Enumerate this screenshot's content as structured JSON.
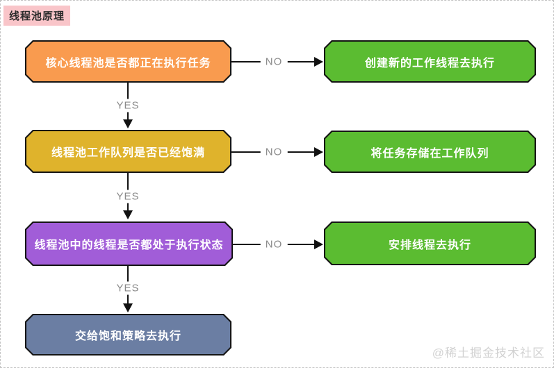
{
  "page": {
    "title": "线程池原理",
    "watermark": "@稀土掘金技术社区"
  },
  "colors": {
    "title_bg": "#f9c5c9",
    "node_border": "#141414",
    "edge_line": "#111111",
    "edge_label_gray": "#8a8a8a",
    "canvas_border": "#c3c3c3"
  },
  "nodes": [
    {
      "id": "q1",
      "text": "核心线程池是否都正在执行任务",
      "color": "#f99b4f",
      "role": "decision"
    },
    {
      "id": "a1",
      "text": "创建新的工作线程去执行",
      "color": "#5bbc31",
      "role": "action"
    },
    {
      "id": "q2",
      "text": "线程池工作队列是否已经饱满",
      "color": "#dfb32c",
      "role": "decision"
    },
    {
      "id": "a2",
      "text": "将任务存储在工作队列",
      "color": "#5bbc31",
      "role": "action"
    },
    {
      "id": "q3",
      "text": "线程池中的线程是否都处于执行状态",
      "color": "#a15dd8",
      "role": "decision"
    },
    {
      "id": "a3",
      "text": "安排线程去执行",
      "color": "#5bbc31",
      "role": "action"
    },
    {
      "id": "end",
      "text": "交给饱和策略去执行",
      "color": "#6b7ea3",
      "role": "terminal"
    }
  ],
  "edges": [
    {
      "from": "q1",
      "to": "a1",
      "label": "NO"
    },
    {
      "from": "q1",
      "to": "q2",
      "label": "YES"
    },
    {
      "from": "q2",
      "to": "a2",
      "label": "NO"
    },
    {
      "from": "q2",
      "to": "q3",
      "label": "YES"
    },
    {
      "from": "q3",
      "to": "a3",
      "label": "NO"
    },
    {
      "from": "q3",
      "to": "end",
      "label": "YES"
    }
  ]
}
